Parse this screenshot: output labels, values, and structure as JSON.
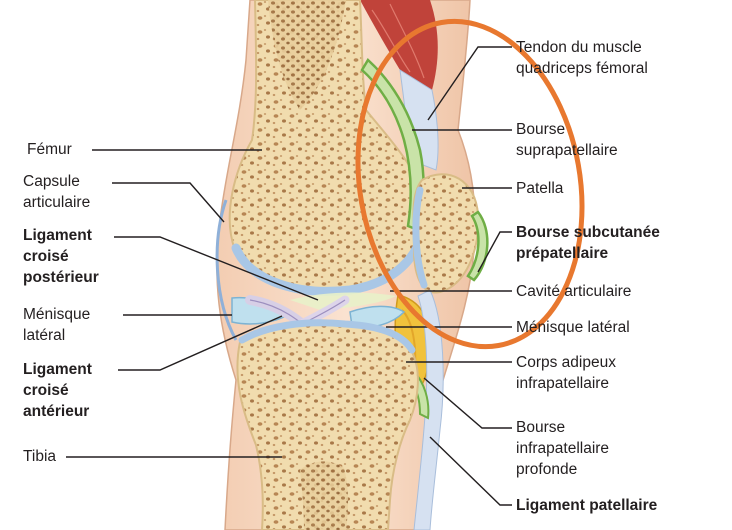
{
  "labels_left": {
    "femur": "Fémur",
    "capsule": [
      "Capsule",
      "articulaire"
    ],
    "lcp": [
      "Ligament",
      "croisé",
      "postérieur"
    ],
    "menisque_lat": [
      "Ménisque",
      "latéral"
    ],
    "lca": [
      "Ligament",
      "croisé",
      "antérieur"
    ],
    "tibia": "Tibia"
  },
  "labels_right": {
    "tendon": [
      "Tendon du muscle",
      "quadriceps fémoral"
    ],
    "bourse_supra": [
      "Bourse",
      "suprapatellaire"
    ],
    "patella": "Patella",
    "bourse_sub": [
      "Bourse subcutanée",
      "prépatellaire"
    ],
    "cavite": "Cavité articulaire",
    "menisque_lat2": "Ménisque latéral",
    "corps": [
      "Corps adipeux",
      "infrapatellaire"
    ],
    "bourse_infra": [
      "Bourse",
      "infrapatellaire",
      "profonde"
    ],
    "lig_patellaire": "Ligament patellaire"
  },
  "colors": {
    "highlight_ellipse": "#e8782f",
    "bone": "#f3e2b8",
    "bone_pores": "#b88a58",
    "skin": "#f6d7c0",
    "cartilage": "#a9c7e6",
    "muscle": "#c0433a",
    "fat": "#f1c23c",
    "bursa": "#7ebd52"
  }
}
